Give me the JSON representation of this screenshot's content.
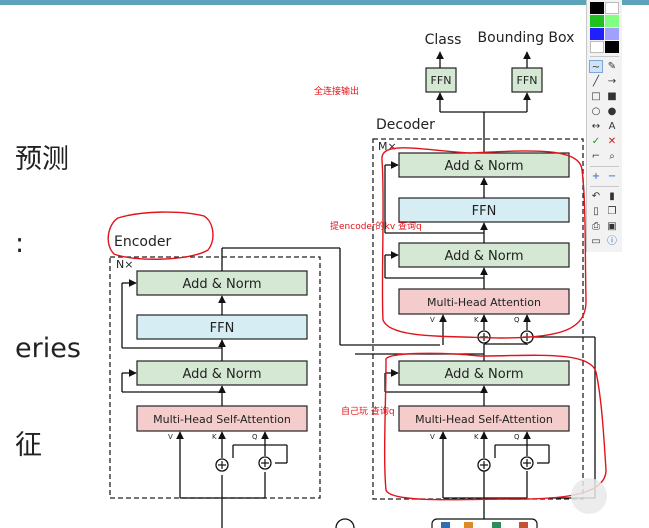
{
  "slide_fragments": [
    "预测",
    ":",
    "eries",
    "征"
  ],
  "labels": {
    "class": "Class",
    "bounding_box": "Bounding Box",
    "ffn": "FFN",
    "decoder": "Decoder",
    "encoder": "Encoder",
    "mx": "M×",
    "nx": "N×",
    "add_norm": "Add & Norm",
    "multi_head_attention": "Multi-Head  Attention",
    "multi_head_self_attention": "Multi-Head  Self-Attention",
    "v": "V",
    "k": "K",
    "q": "Q"
  },
  "annotations": {
    "fc_output": "全连接输出",
    "enc_kv": "提encoder的kv 查询q",
    "self_q": "自己玩 查询q"
  },
  "palette": {
    "colors": [
      "#000000",
      "#ffffff",
      "#ff2020",
      "#ffff40",
      "#20c020",
      "#80ff80",
      "#2020ff",
      "#a0a0ff",
      "#0000a0",
      "#a0e0ff",
      "#c0c0c0",
      "#000000"
    ],
    "tools": [
      "pen-icon",
      "eraser-icon",
      "line-icon",
      "arrow-icon",
      "rect-icon",
      "filled-rect-icon",
      "ellipse-icon",
      "filled-ellipse-icon",
      "double-arrow-icon",
      "text-icon",
      "check-icon",
      "cross-icon",
      "crop-icon",
      "zoom-icon",
      "zoom-in-icon",
      "zoom-out-icon",
      "undo-icon",
      "trash-icon",
      "new-page-icon",
      "copy-icon",
      "print-icon",
      "save-icon",
      "screen-icon",
      "info-icon"
    ]
  },
  "colors": {
    "green_box": "#d5e8d4",
    "blue_box": "#d6eef3",
    "red_box": "#f4cccc",
    "annotation_red": "#e0141a"
  }
}
